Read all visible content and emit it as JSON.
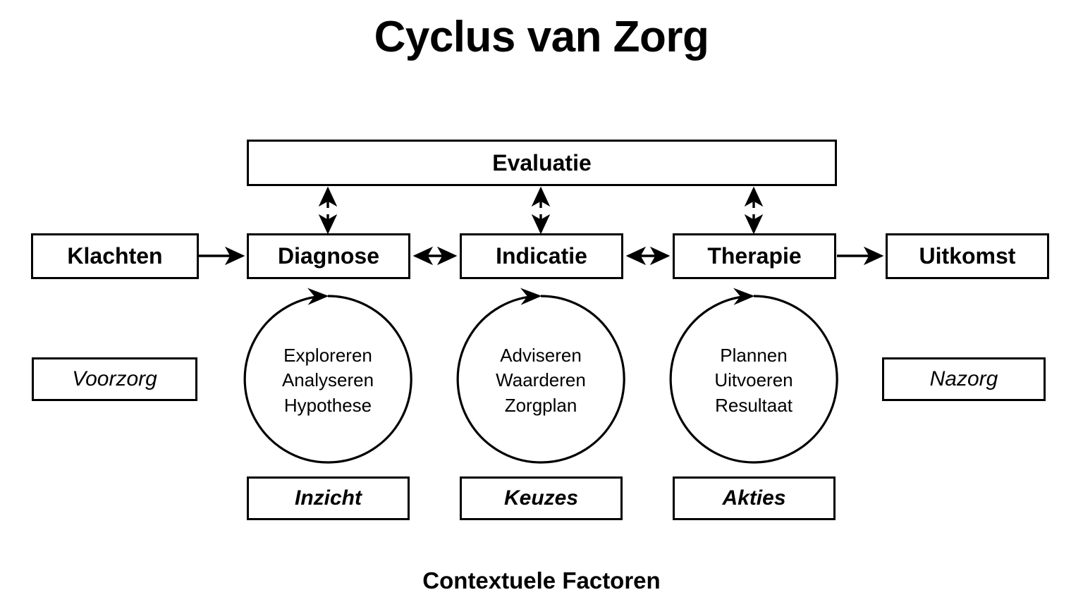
{
  "title": "Cyclus van Zorg",
  "footer": "Contextuele Factoren",
  "top_bar": {
    "label": "Evaluatie"
  },
  "flow": {
    "start": "Klachten",
    "stages": [
      {
        "label": "Diagnose"
      },
      {
        "label": "Indicatie"
      },
      {
        "label": "Therapie"
      }
    ],
    "end": "Uitkomst"
  },
  "side_labels": {
    "left": "Voorzorg",
    "right": "Nazorg"
  },
  "cycles": [
    {
      "lines": [
        "Exploreren",
        "Analyseren",
        "Hypothese"
      ],
      "outcome": "Inzicht"
    },
    {
      "lines": [
        "Adviseren",
        "Waarderen",
        "Zorgplan"
      ],
      "outcome": "Keuzes"
    },
    {
      "lines": [
        "Plannen",
        "Uitvoeren",
        "Resultaat"
      ],
      "outcome": "Akties"
    }
  ],
  "connectors": {
    "klachten_to_diagnose": "arrow-right",
    "diagnose_to_indicatie": "arrow-double",
    "indicatie_to_therapie": "arrow-double",
    "therapie_to_uitkomst": "arrow-right",
    "evaluatie_links": "dashed-double-vertical",
    "cycle_direction": "clockwise"
  },
  "colors": {
    "stroke": "#000000",
    "background": "#ffffff",
    "text": "#000000"
  }
}
